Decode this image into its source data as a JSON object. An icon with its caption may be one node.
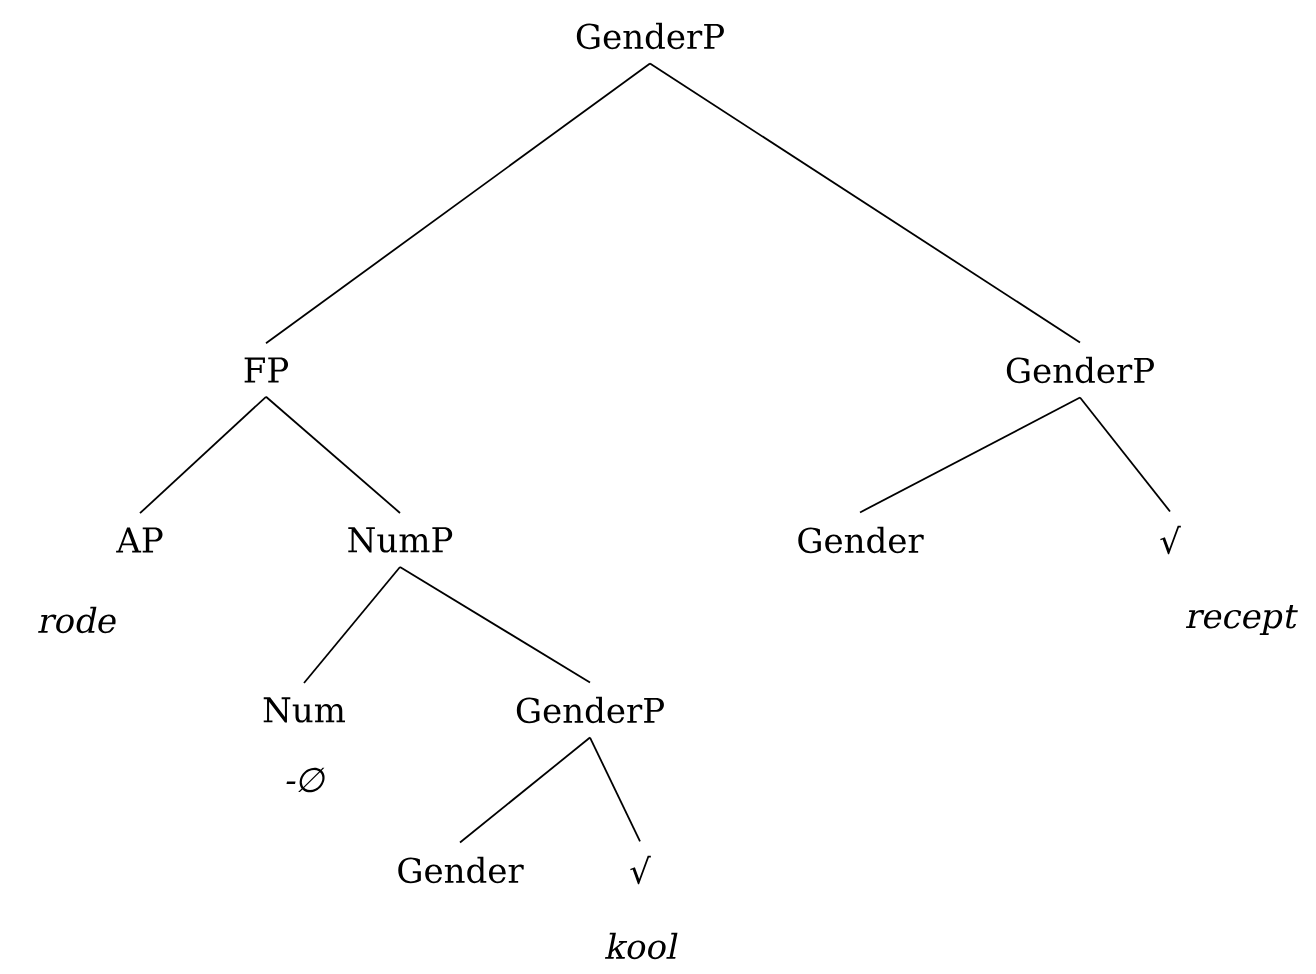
{
  "diagram": {
    "nodes": [
      {
        "text": [
          "GenderP"
        ]
      },
      {
        "text": [
          "FP"
        ]
      },
      {
        "text": [
          "GenderP"
        ]
      },
      {
        "text": [
          "AP"
        ],
        "beside": [
          "rode"
        ]
      },
      {
        "text": [
          "NumP"
        ]
      },
      {
        "text": [
          "Gender"
        ]
      },
      {
        "text": [
          "√"
        ],
        "beside": [
          "recept"
        ]
      },
      {
        "text": [
          "Num"
        ],
        "beside": [
          "-∅"
        ]
      },
      {
        "text": [
          "GenderP"
        ]
      },
      {
        "text": [
          "Gender"
        ]
      },
      {
        "text": [
          "√"
        ],
        "beside": [
          "kool"
        ]
      }
    ],
    "edges": [
      {
        "from": 0,
        "to": 1,
        "arrow": "none"
      },
      {
        "from": 0,
        "to": 2,
        "arrow": "none"
      },
      {
        "from": 1,
        "to": 3,
        "arrow": "none"
      },
      {
        "from": 1,
        "to": 4,
        "arrow": "none"
      },
      {
        "from": 2,
        "to": 5,
        "arrow": "none"
      },
      {
        "from": 2,
        "to": 6,
        "arrow": "none"
      },
      {
        "from": 4,
        "to": 7,
        "arrow": "none"
      },
      {
        "from": 4,
        "to": 8,
        "arrow": "none"
      },
      {
        "from": 8,
        "to": 9,
        "arrow": "none"
      },
      {
        "from": 8,
        "to": 10,
        "arrow": "none"
      }
    ]
  }
}
